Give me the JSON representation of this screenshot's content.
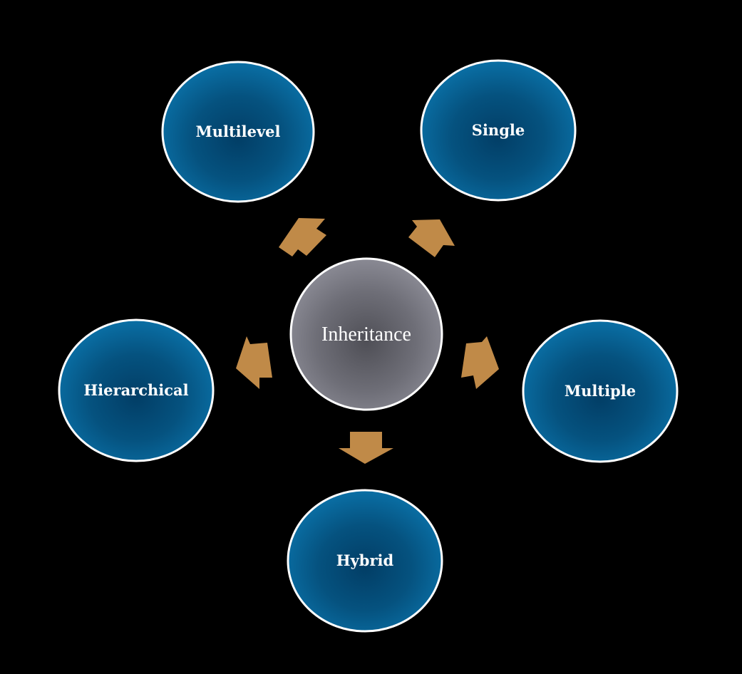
{
  "center": {
    "label": "Inheritance"
  },
  "nodes": [
    {
      "label": "Multilevel"
    },
    {
      "label": "Single"
    },
    {
      "label": "Hierarchical"
    },
    {
      "label": "Multiple"
    },
    {
      "label": "Hybrid"
    }
  ],
  "colors": {
    "background": "#000000",
    "node_fill_edge": "#0a6fa5",
    "node_fill_center": "#023e66",
    "center_fill_edge": "#8a8a94",
    "center_fill_center": "#4f4f56",
    "outline": "#ffffff",
    "arrow": "#c08a48"
  }
}
